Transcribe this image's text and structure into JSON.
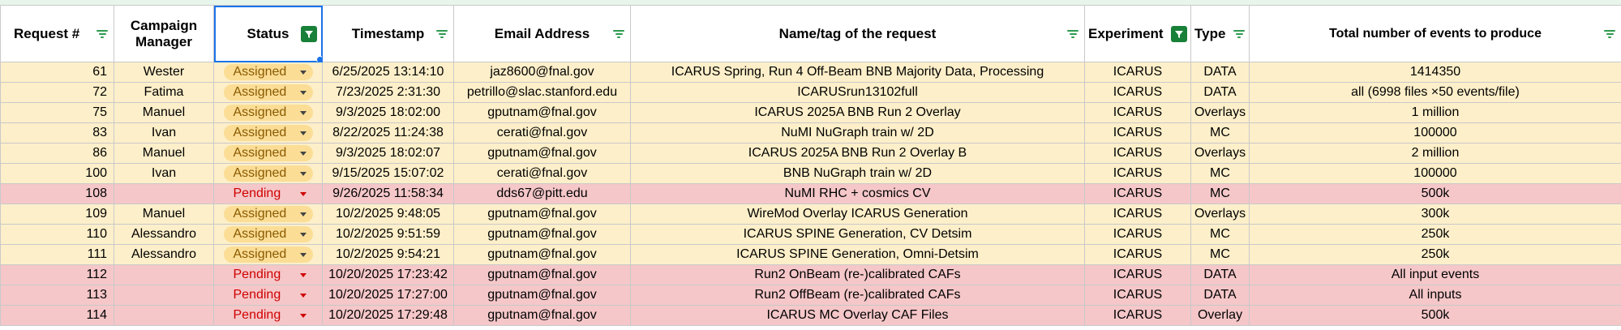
{
  "colors": {
    "assigned_row": "#fdefc9",
    "pending_row": "#f5c7c9",
    "assigned_chip": "#fbdd96",
    "pending_text": "#d00000",
    "filter_green": "#188038",
    "selection_blue": "#1a73e8"
  },
  "header": {
    "request_num": "Request #",
    "campaign_manager": "Campaign Manager",
    "status": "Status",
    "timestamp": "Timestamp",
    "email": "Email Address",
    "name_tag": "Name/tag of the request",
    "experiment": "Experiment",
    "type": "Type",
    "total_events": "Total number of events to produce"
  },
  "icons": {
    "filter": "filter-icon",
    "filter_active": "filter-active-icon",
    "dropdown": "dropdown-caret-icon"
  },
  "rows": [
    {
      "req": "61",
      "manager": "Wester",
      "status": "Assigned",
      "status_kind": "assigned",
      "timestamp": "6/25/2025 13:14:10",
      "email": "jaz8600@fnal.gov",
      "name": "ICARUS Spring, Run 4 Off-Beam BNB Majority Data, Processing",
      "experiment": "ICARUS",
      "type": "DATA",
      "events": "1414350"
    },
    {
      "req": "72",
      "manager": "Fatima",
      "status": "Assigned",
      "status_kind": "assigned",
      "timestamp": "7/23/2025 2:31:30",
      "email": "petrillo@slac.stanford.edu",
      "name": "ICARUSrun13102full",
      "experiment": "ICARUS",
      "type": "DATA",
      "events": "all (6998 files ×50 events/file)"
    },
    {
      "req": "75",
      "manager": "Manuel",
      "status": "Assigned",
      "status_kind": "assigned",
      "timestamp": "9/3/2025 18:02:00",
      "email": "gputnam@fnal.gov",
      "name": "ICARUS 2025A BNB Run 2 Overlay",
      "experiment": "ICARUS",
      "type": "Overlays",
      "events": "1 million"
    },
    {
      "req": "83",
      "manager": "Ivan",
      "status": "Assigned",
      "status_kind": "assigned",
      "timestamp": "8/22/2025 11:24:38",
      "email": "cerati@fnal.gov",
      "name": "NuMI NuGraph train w/ 2D",
      "experiment": "ICARUS",
      "type": "MC",
      "events": "100000"
    },
    {
      "req": "86",
      "manager": "Manuel",
      "status": "Assigned",
      "status_kind": "assigned",
      "timestamp": "9/3/2025 18:02:07",
      "email": "gputnam@fnal.gov",
      "name": "ICARUS 2025A BNB Run 2 Overlay B",
      "experiment": "ICARUS",
      "type": "Overlays",
      "events": "2 million"
    },
    {
      "req": "100",
      "manager": "Ivan",
      "status": "Assigned",
      "status_kind": "assigned",
      "timestamp": "9/15/2025 15:07:02",
      "email": "cerati@fnal.gov",
      "name": "BNB NuGraph train w/ 2D",
      "experiment": "ICARUS",
      "type": "MC",
      "events": "100000"
    },
    {
      "req": "108",
      "manager": "",
      "status": "Pending",
      "status_kind": "pending",
      "timestamp": "9/26/2025 11:58:34",
      "email": "dds67@pitt.edu",
      "name": "NuMI RHC + cosmics CV",
      "experiment": "ICARUS",
      "type": "MC",
      "events": "500k"
    },
    {
      "req": "109",
      "manager": "Manuel",
      "status": "Assigned",
      "status_kind": "assigned",
      "timestamp": "10/2/2025 9:48:05",
      "email": "gputnam@fnal.gov",
      "name": "WireMod Overlay ICARUS Generation",
      "experiment": "ICARUS",
      "type": "Overlays",
      "events": "300k"
    },
    {
      "req": "110",
      "manager": "Alessandro",
      "status": "Assigned",
      "status_kind": "assigned",
      "timestamp": "10/2/2025 9:51:59",
      "email": "gputnam@fnal.gov",
      "name": "ICARUS SPINE Generation, CV Detsim",
      "experiment": "ICARUS",
      "type": "MC",
      "events": "250k"
    },
    {
      "req": "111",
      "manager": "Alessandro",
      "status": "Assigned",
      "status_kind": "assigned",
      "timestamp": "10/2/2025 9:54:21",
      "email": "gputnam@fnal.gov",
      "name": "ICARUS SPINE Generation, Omni-Detsim",
      "experiment": "ICARUS",
      "type": "MC",
      "events": "250k"
    },
    {
      "req": "112",
      "manager": "",
      "status": "Pending",
      "status_kind": "pending",
      "timestamp": "10/20/2025 17:23:42",
      "email": "gputnam@fnal.gov",
      "name": "Run2 OnBeam (re-)calibrated CAFs",
      "experiment": "ICARUS",
      "type": "DATA",
      "events": "All input events"
    },
    {
      "req": "113",
      "manager": "",
      "status": "Pending",
      "status_kind": "pending",
      "timestamp": "10/20/2025 17:27:00",
      "email": "gputnam@fnal.gov",
      "name": "Run2 OffBeam (re-)calibrated CAFs",
      "experiment": "ICARUS",
      "type": "DATA",
      "events": "All inputs"
    },
    {
      "req": "114",
      "manager": "",
      "status": "Pending",
      "status_kind": "pending",
      "timestamp": "10/20/2025 17:29:48",
      "email": "gputnam@fnal.gov",
      "name": "ICARUS MC Overlay CAF Files",
      "experiment": "ICARUS",
      "type": "Overlay",
      "events": "500k"
    }
  ]
}
